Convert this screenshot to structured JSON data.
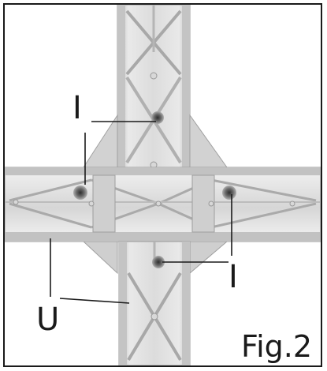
{
  "figure": {
    "caption": "Fig.2",
    "labels": {
      "i_top": "I",
      "i_bottom": "I",
      "u": "U"
    }
  },
  "colors": {
    "frame": "#1a1a1a",
    "plastic_light": "#e6e6e6",
    "plastic_mid": "#c9c9c9",
    "plastic_dark": "#a5a5a5",
    "hole": "#505050",
    "leader": "#1a1a1a"
  }
}
